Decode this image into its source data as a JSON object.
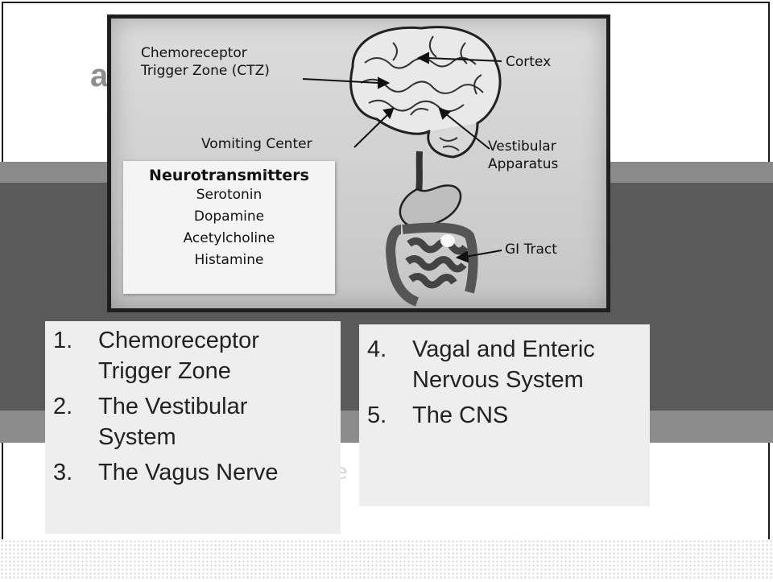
{
  "slide": {
    "title_fragment": "a",
    "ghost_text": "e"
  },
  "diagram": {
    "labels": {
      "ctz": "Chemoreceptor\nTrigger Zone (CTZ)",
      "cortex": "Cortex",
      "vomiting_center": "Vomiting Center",
      "vestibular": "Vestibular\nApparatus",
      "gi_tract": "GI Tract"
    },
    "neurotransmitters": {
      "title": "Neurotransmitters",
      "items": [
        "Serotonin",
        "Dopamine",
        "Acetylcholine",
        "Histamine"
      ]
    }
  },
  "list_left": [
    {
      "num": "1.",
      "text": "Chemoreceptor\nTrigger Zone"
    },
    {
      "num": "2.",
      "text": "The Vestibular\nSystem"
    },
    {
      "num": "3.",
      "text": "The Vagus Nerve"
    }
  ],
  "list_right": [
    {
      "num": "4.",
      "text": "Vagal and Enteric\nNervous System"
    },
    {
      "num": "5.",
      "text": "The CNS"
    }
  ]
}
